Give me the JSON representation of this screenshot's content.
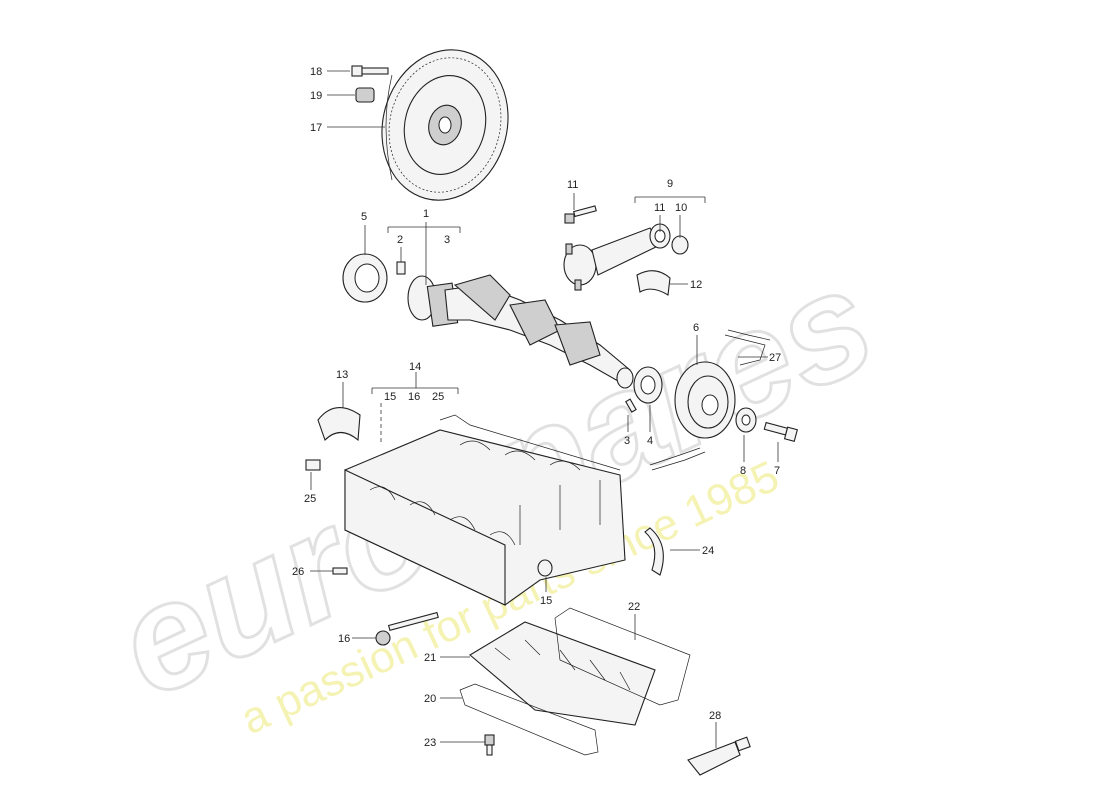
{
  "watermark": {
    "logo_text": "eurospares",
    "tagline": "a passion for parts since 1985"
  },
  "callouts": {
    "c1": "1",
    "c2": "2",
    "c3a": "3",
    "c3b": "3",
    "c4": "4",
    "c5": "5",
    "c6": "6",
    "c7": "7",
    "c8": "8",
    "c9": "9",
    "c10": "10",
    "c11a": "11",
    "c11b": "11",
    "c12": "12",
    "c13": "13",
    "c14": "14",
    "c15a": "15",
    "c15b": "15",
    "c16a": "16",
    "c16b": "16",
    "c17": "17",
    "c18": "18",
    "c19": "19",
    "c20": "20",
    "c21": "21",
    "c22": "22",
    "c23": "23",
    "c24": "24",
    "c25a": "25",
    "c25b": "25",
    "c26": "26",
    "c27": "27",
    "c28": "28"
  }
}
